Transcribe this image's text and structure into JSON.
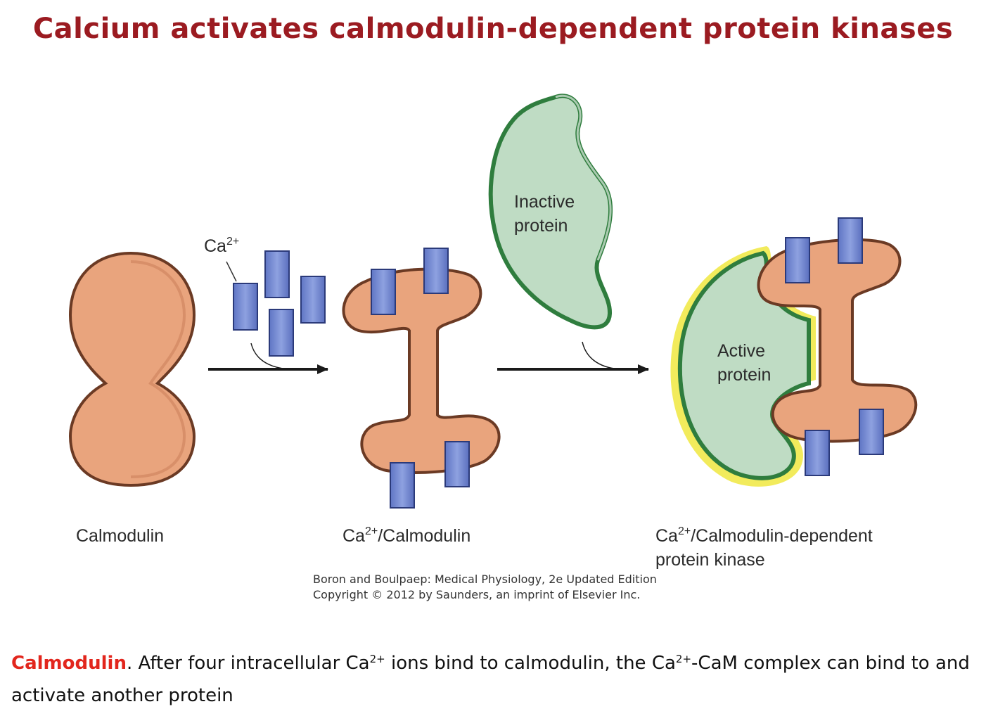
{
  "title": "Calcium activates calmodulin-dependent protein kinases",
  "labels": {
    "ca_ion": "Ca",
    "ca_ion_charge": "2+",
    "inactive_line1": "Inactive",
    "inactive_line2": "protein",
    "active_line1": "Active",
    "active_line2": "protein",
    "calmodulin": "Calmodulin",
    "ca_cam_prefix": "Ca",
    "ca_cam_charge": "2+",
    "ca_cam_suffix": "/Calmodulin",
    "kinase_prefix": "Ca",
    "kinase_charge": "2+",
    "kinase_suffix": "/Calmodulin-dependent",
    "kinase_line2": "protein kinase"
  },
  "credit": {
    "line1": "Boron and Boulpaep: Medical Physiology, 2e Updated Edition",
    "line2": "Copyright © 2012 by Saunders, an imprint of Elsevier Inc."
  },
  "caption": {
    "highlight": "Calmodulin",
    "part1": ". After four intracellular Ca",
    "sup1": "2+",
    "part2": " ions bind to calmodulin, the Ca",
    "sup2": "2+",
    "part3": "-CaM complex can bind to and activate another protein"
  },
  "colors": {
    "title": "#9b1b21",
    "calmodulin_fill": "#e9a47d",
    "calmodulin_edge": "#6b3a24",
    "calcium_fill": "#7f93d6",
    "protein_fill": "#bfdcc4",
    "protein_edge": "#2f7d3e",
    "active_glow": "#f1e94a",
    "caption_highlight": "#e2261d"
  }
}
